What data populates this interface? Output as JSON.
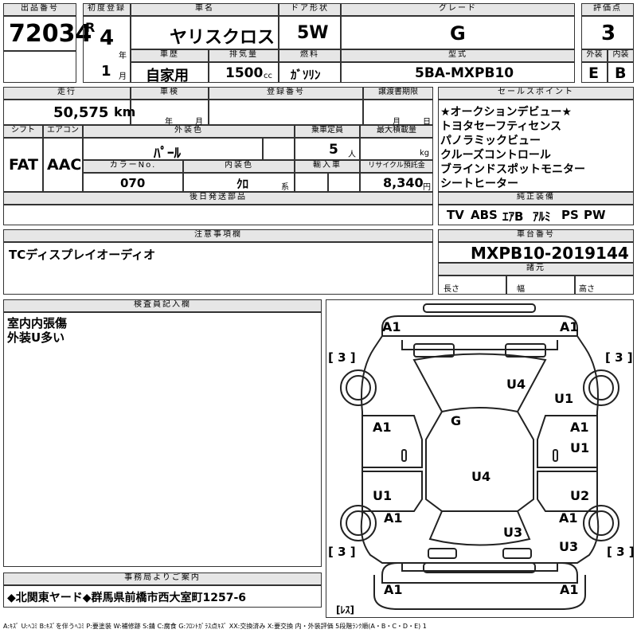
{
  "sheet": {
    "lot": {
      "label": "出品番号",
      "value": "72034"
    },
    "first_reg": {
      "label": "初度登録",
      "era": "R",
      "year": "4",
      "year_unit": "年",
      "month": "1",
      "month_unit": "月"
    },
    "car_name": {
      "label": "車名",
      "value": "ヤリスクロス"
    },
    "door": {
      "label": "ドア形状",
      "value": "5W"
    },
    "grade": {
      "label": "グレード",
      "value": "G"
    },
    "score": {
      "label": "評価点",
      "value": "3"
    },
    "history": {
      "label": "車歴",
      "value": "自家用"
    },
    "displacement": {
      "label": "排気量",
      "value": "1500",
      "unit": "cc"
    },
    "fuel": {
      "label": "燃料",
      "value": "ｶﾞｿﾘﾝ"
    },
    "model": {
      "label": "型式",
      "value": "5BA-MXPB10"
    },
    "exterior": {
      "label": "外装",
      "value": "E"
    },
    "interior": {
      "label": "内装",
      "value": "B"
    },
    "mileage": {
      "label": "走行",
      "value": "50,575",
      "unit": "km"
    },
    "inspection": {
      "label": "車検",
      "year_unit": "年",
      "month_unit": "月"
    },
    "registration": {
      "label": "登録番号"
    },
    "transfer": {
      "label": "譲渡書期限",
      "month_unit": "月",
      "day_unit": "日"
    },
    "shift": {
      "label": "シフト",
      "value": "FAT"
    },
    "aircon": {
      "label": "エアコン",
      "value": "AAC"
    },
    "ext_color": {
      "label": "外装色",
      "value": "ﾊﾟｰﾙ"
    },
    "capacity": {
      "label": "乗車定員",
      "value": "5",
      "unit": "人"
    },
    "max_load": {
      "label": "最大積載量",
      "unit": "kg"
    },
    "color_no": {
      "label": "カラーNo.",
      "value": "070"
    },
    "int_color": {
      "label": "内装色",
      "value": "ｸﾛ",
      "unit": "系"
    },
    "import": {
      "label": "輸入車"
    },
    "recycle": {
      "label": "リサイクル預託金",
      "value": "8,340",
      "unit": "円"
    },
    "later_parts": {
      "label": "後日発送部品"
    },
    "sales_points": {
      "label": "セールスポイント",
      "items": [
        "★オークションデビュー★",
        "トヨタセーフティセンス",
        "パノラミックビュー",
        "クルーズコントロール",
        "ブラインドスポットモニター",
        "シートヒーター"
      ]
    },
    "equipment": {
      "label": "純正装備",
      "items": [
        "TV",
        "ABS",
        "ｴｱB",
        "ｱﾙﾐ",
        "PS",
        "PW"
      ]
    },
    "notes": {
      "label": "注意事項欄",
      "value": "TCディスプレイオーディオ"
    },
    "chassis": {
      "label": "車台番号",
      "value": "MXPB10-2019144"
    },
    "dimensions": {
      "label": "諸元",
      "length": "長さ",
      "width": "幅",
      "height": "高さ"
    },
    "inspector": {
      "label": "検査員記入欄",
      "lines": [
        "室内内張傷",
        "外装U多い"
      ]
    },
    "office": {
      "label": "事務局よりご案内",
      "value": "◆北関東ヤード◆群馬県前橋市西大室町1257-6"
    },
    "diagram": {
      "brackets": [
        "[ 3 ]",
        "[ 3 ]",
        "[ 3 ]",
        "[ 3 ]",
        "[ﾚｽ]"
      ],
      "marks": [
        "A1",
        "A1",
        "U4",
        "U1",
        "G",
        "A1",
        "A1",
        "U1",
        "U4",
        "U1",
        "U2",
        "A1",
        "A1",
        "U3",
        "U3",
        "A1",
        "A1"
      ]
    },
    "legend": "A:ｷｽﾞ U:ﾍｺﾐ B:ｷｽﾞを伴うﾍｺﾐ P:要塗装 W:補修跡 S:錆 C:腐食 G:ﾌﾛﾝﾄｶﾞﾗｽ点ｷｽﾞ XX:交換済み X:要交換 内・外装評価 5段階ﾗﾝｸ順(A・B・C・D・E) 1"
  }
}
